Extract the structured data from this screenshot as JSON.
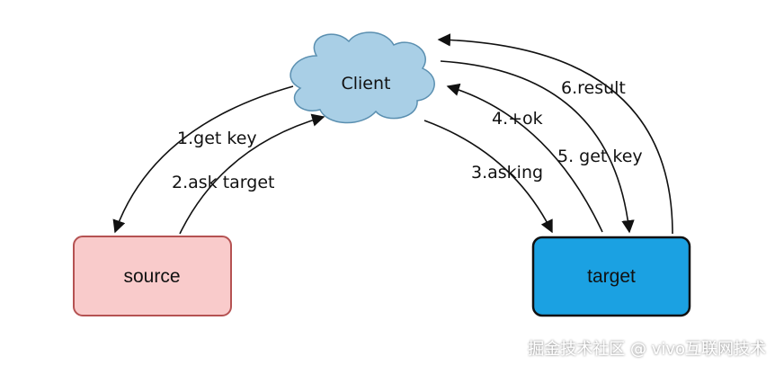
{
  "nodes": {
    "client": {
      "label": "Client",
      "fill": "#a9cfe6",
      "stroke": "#5a8fb0"
    },
    "source": {
      "label": "source",
      "fill": "#f9cbcb",
      "stroke": "#b55252"
    },
    "target": {
      "label": "target",
      "fill": "#1ba1e2",
      "stroke": "#111111"
    }
  },
  "edges": {
    "get_key_1": "1.get key",
    "ask_target_2": "2.ask target",
    "asking_3": "3.asking",
    "ok_4": "4.+ok",
    "get_key_5": "5. get key",
    "result_6": "6.result"
  },
  "watermark": "掘金技术社区 @ vivo互联网技术"
}
